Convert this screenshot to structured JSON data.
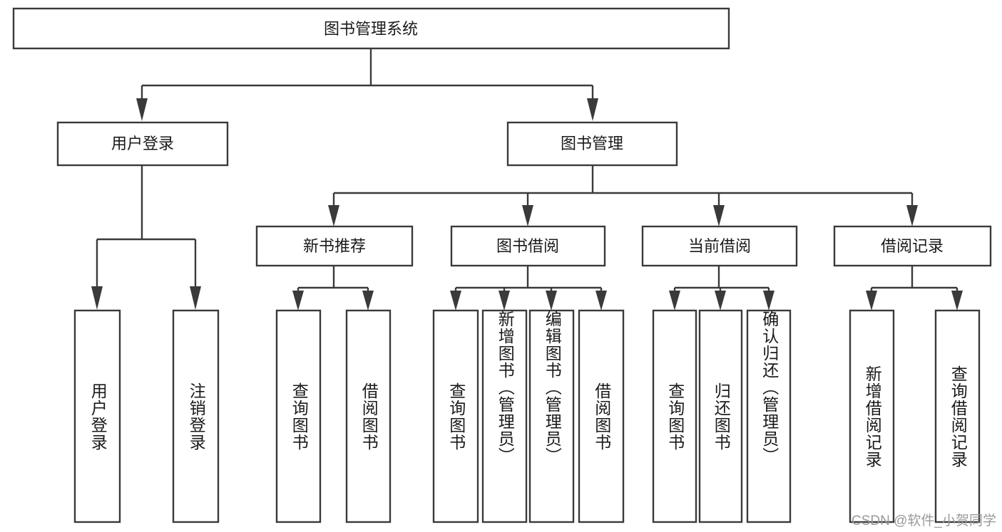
{
  "diagram": {
    "type": "tree-hierarchy",
    "title": "图书管理系统",
    "watermark": "CSDN @软件_小贺同学",
    "colors": {
      "stroke": "#3a3a3a",
      "fill": "#ffffff",
      "text": "#1a1a1a",
      "watermark": "#9a9a9a"
    },
    "root": {
      "label": "图书管理系统"
    },
    "level2": [
      {
        "label": "用户登录"
      },
      {
        "label": "图书管理"
      }
    ],
    "level3": [
      {
        "label": "新书推荐"
      },
      {
        "label": "图书借阅"
      },
      {
        "label": "当前借阅"
      },
      {
        "label": "借阅记录"
      }
    ],
    "leaves": {
      "user_login": [
        {
          "label": "用户登录"
        },
        {
          "label": "注销登录"
        }
      ],
      "new_book_recommend": [
        {
          "label": "查询图书"
        },
        {
          "label": "借阅图书"
        }
      ],
      "book_borrow": [
        {
          "label": "查询图书"
        },
        {
          "label": "新增图书（管理员）"
        },
        {
          "label": "编辑图书（管理员）"
        },
        {
          "label": "借阅图书"
        }
      ],
      "current_borrow": [
        {
          "label": "查询图书"
        },
        {
          "label": "归还图书"
        },
        {
          "label": "确认归还（管理员）"
        }
      ],
      "borrow_record": [
        {
          "label": "新增借阅记录"
        },
        {
          "label": "查询借阅记录"
        }
      ]
    }
  }
}
